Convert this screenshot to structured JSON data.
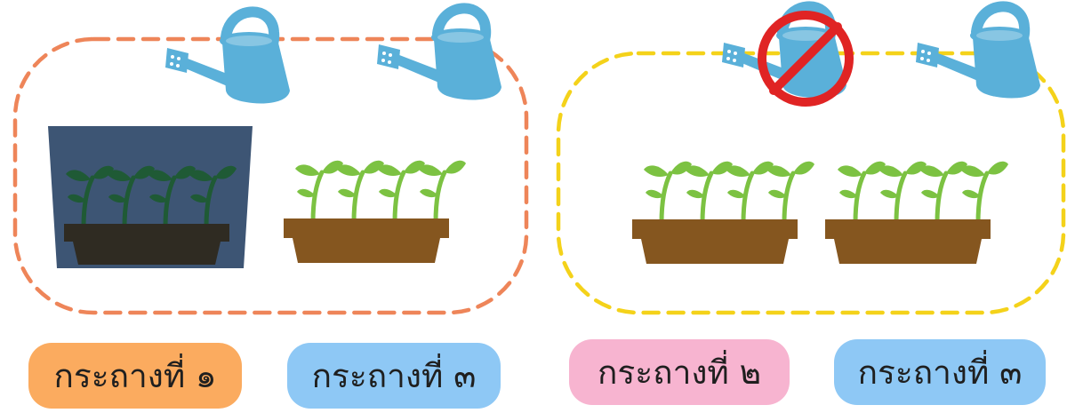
{
  "groups": [
    {
      "pots": [
        {
          "label": "กระถางที่ ๑",
          "label_color": "#fbab5f",
          "covered": true,
          "watered": true
        },
        {
          "label": "กระถางที่ ๓",
          "label_color": "#8ec8f5",
          "covered": false,
          "watered": true
        }
      ]
    },
    {
      "pots": [
        {
          "label": "กระถางที่ ๒",
          "label_color": "#f7b4d0",
          "covered": false,
          "watered": false
        },
        {
          "label": "กระถางที่ ๓",
          "label_color": "#8ec8f5",
          "covered": false,
          "watered": true
        }
      ]
    }
  ],
  "colors": {
    "group1_border": "#ee8559",
    "group2_border": "#f4d21a",
    "cover_box": "#3d5574",
    "pot": "#85561f",
    "pot_dark": "#2f2b22",
    "sprout": "#7cc242",
    "sprout_dark": "#1f5a35",
    "watering_can": "#5ab0d9",
    "no_sign": "#e02424"
  }
}
